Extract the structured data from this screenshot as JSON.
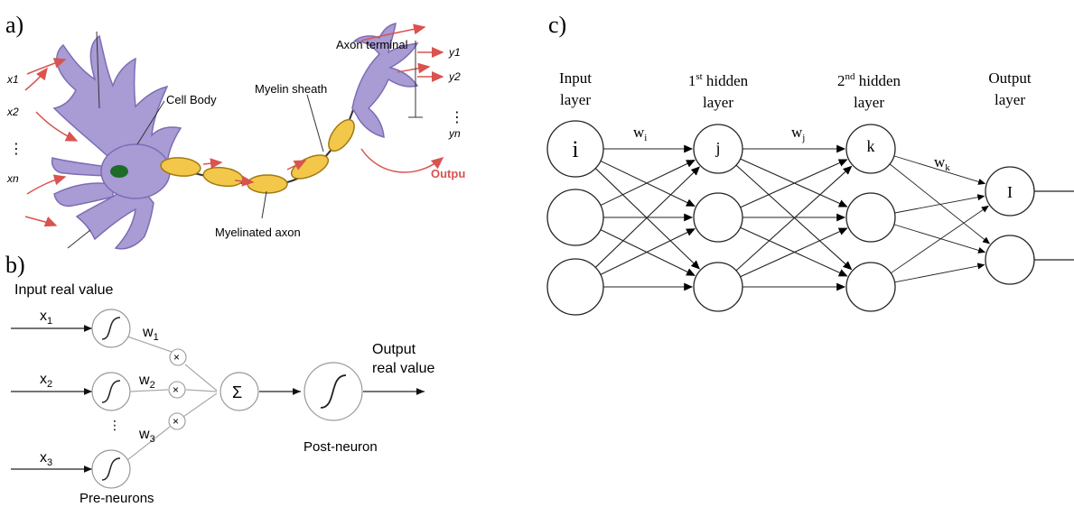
{
  "panel_a": {
    "label": "a)",
    "inputs": [
      "x1",
      "x2",
      "⋮",
      "xn"
    ],
    "outputs": [
      "y1",
      "y2",
      "⋮",
      "yn"
    ],
    "labels": {
      "axon_terminal": "Axon terminal",
      "cell_body": "Cell Body",
      "myelin_sheath": "Myelin sheath",
      "myelinated_axon": "Myelinated axon",
      "output": "Outpu"
    },
    "colors": {
      "dendrite": "#a99bd3",
      "sheath": "#f3c84a",
      "nucleus": "#1e6b2a",
      "arrow": "#d9534f"
    }
  },
  "panel_b": {
    "label": "b)",
    "input_title": "Input real value",
    "inputs": [
      "x",
      "x",
      "x"
    ],
    "input_subs": [
      "1",
      "2",
      "3"
    ],
    "weights": [
      "w",
      "w",
      "w"
    ],
    "weight_subs": [
      "1",
      "2",
      "3"
    ],
    "multiply_symbol": "×",
    "sum_symbol": "Σ",
    "dots": "⋮",
    "output_title_1": "Output",
    "output_title_2": "real value",
    "post_neuron": "Post-neuron",
    "pre_neurons": "Pre-neurons"
  },
  "panel_c": {
    "label": "c)",
    "layers": [
      {
        "title_1": "Input",
        "title_2": "layer",
        "sup": ""
      },
      {
        "title_1": "1",
        "sup": "st",
        "title_1b": " hidden",
        "title_2": "layer"
      },
      {
        "title_1": "2",
        "sup": "nd",
        "title_1b": " hidden",
        "title_2": "layer"
      },
      {
        "title_1": "Output",
        "title_2": "layer",
        "sup": ""
      }
    ],
    "node_labels": {
      "i": "i",
      "j": "j",
      "k": "k",
      "l": "I"
    },
    "weights": {
      "wi": "w",
      "wi_sub": "i",
      "wj": "w",
      "wj_sub": "j",
      "wk": "w",
      "wk_sub": "k"
    }
  }
}
